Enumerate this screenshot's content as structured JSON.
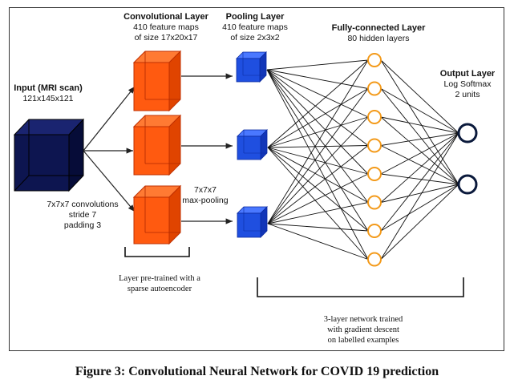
{
  "caption": "Figure 3: Convolutional Neural Network for COVID 19 prediction",
  "input": {
    "title": "Input (MRI scan)",
    "size": "121x145x121"
  },
  "conv": {
    "title": "Convolutional Layer",
    "line1": "410 feature maps",
    "line2": "of size 17x20x17",
    "params": [
      "7x7x7 convolutions",
      "stride 7",
      "padding 3"
    ]
  },
  "pool": {
    "title": "Pooling Layer",
    "line1": "410 feature maps",
    "line2": "of size 2x3x2",
    "op": [
      "7x7x7",
      "max-pooling"
    ]
  },
  "fc": {
    "title": "Fully-connected Layer",
    "line1": "80 hidden layers"
  },
  "output": {
    "title": "Output Layer",
    "line1": "Log Softmax",
    "line2": "2 units"
  },
  "notes": {
    "pretrained": [
      "Layer pre-trained with a",
      "sparse autoencoder"
    ],
    "trained": [
      "3-layer network trained",
      "with gradient descent",
      "on labelled examples"
    ]
  },
  "colors": {
    "input": "#0d1550",
    "conv": "#ff5a10",
    "pool": "#1f4fe0",
    "hidden": "#f39a1a",
    "output": "#0b1a3c"
  }
}
